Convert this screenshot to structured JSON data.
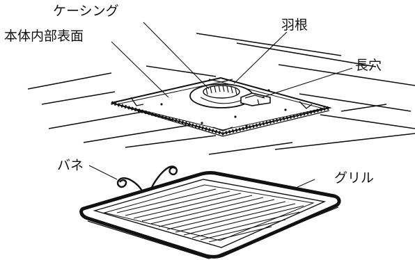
{
  "labels": {
    "casing": "ケーシング",
    "body_inner_surface": "本体内部表面",
    "blade": "羽根",
    "slot": "長穴",
    "spring": "バネ",
    "grille": "グリル"
  }
}
